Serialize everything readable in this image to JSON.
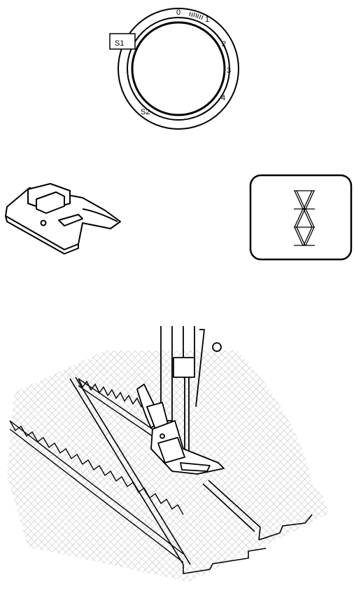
{
  "dial": {
    "window_label": "S1",
    "label_bottom": "S2",
    "numbers": [
      "0",
      "1",
      "2",
      "3",
      "4"
    ]
  },
  "colors": {
    "ink": "#000000",
    "paper": "#ffffff",
    "fabric_grid": "#bdbdbd"
  },
  "icons": {
    "presser_foot": "zigzag-presser-foot-icon",
    "stitch_pattern": "triple-zigzag-stitch-icon",
    "sewing_scene": "sewing-machine-needle-foot-icon"
  }
}
